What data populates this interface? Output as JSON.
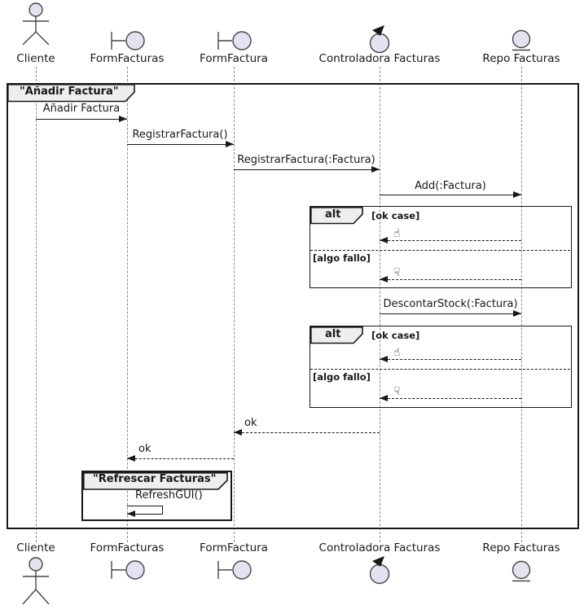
{
  "participants": [
    {
      "name": "Cliente",
      "type": "actor"
    },
    {
      "name": "FormFacturas",
      "type": "boundary"
    },
    {
      "name": "FormFactura",
      "type": "boundary"
    },
    {
      "name": "Controladora Facturas",
      "type": "control"
    },
    {
      "name": "Repo Facturas",
      "type": "entity"
    }
  ],
  "frame": {
    "title": "\"Añadir Factura\""
  },
  "group": {
    "title": "\"Refrescar Facturas\""
  },
  "messages": {
    "anadir": "Añadir Factura",
    "registrar": "RegistrarFactura()",
    "registrar_factura": "RegistrarFactura(:Factura)",
    "add": "Add(:Factura)",
    "descontar": "DescontarStock(:Factura)",
    "ok": "ok",
    "refresh": "RefreshGUI()"
  },
  "alt": {
    "operator": "alt",
    "ok_guard": "[ok case]",
    "fail_guard": "[algo fallo]",
    "ok_glyph": "☝",
    "fail_glyph": "☟"
  },
  "colors": {
    "stroke": "#181818",
    "participant_fill": "#E2E2F0",
    "tab_fill": "#EEEEEE",
    "lifeline": "#8a8a8a"
  }
}
